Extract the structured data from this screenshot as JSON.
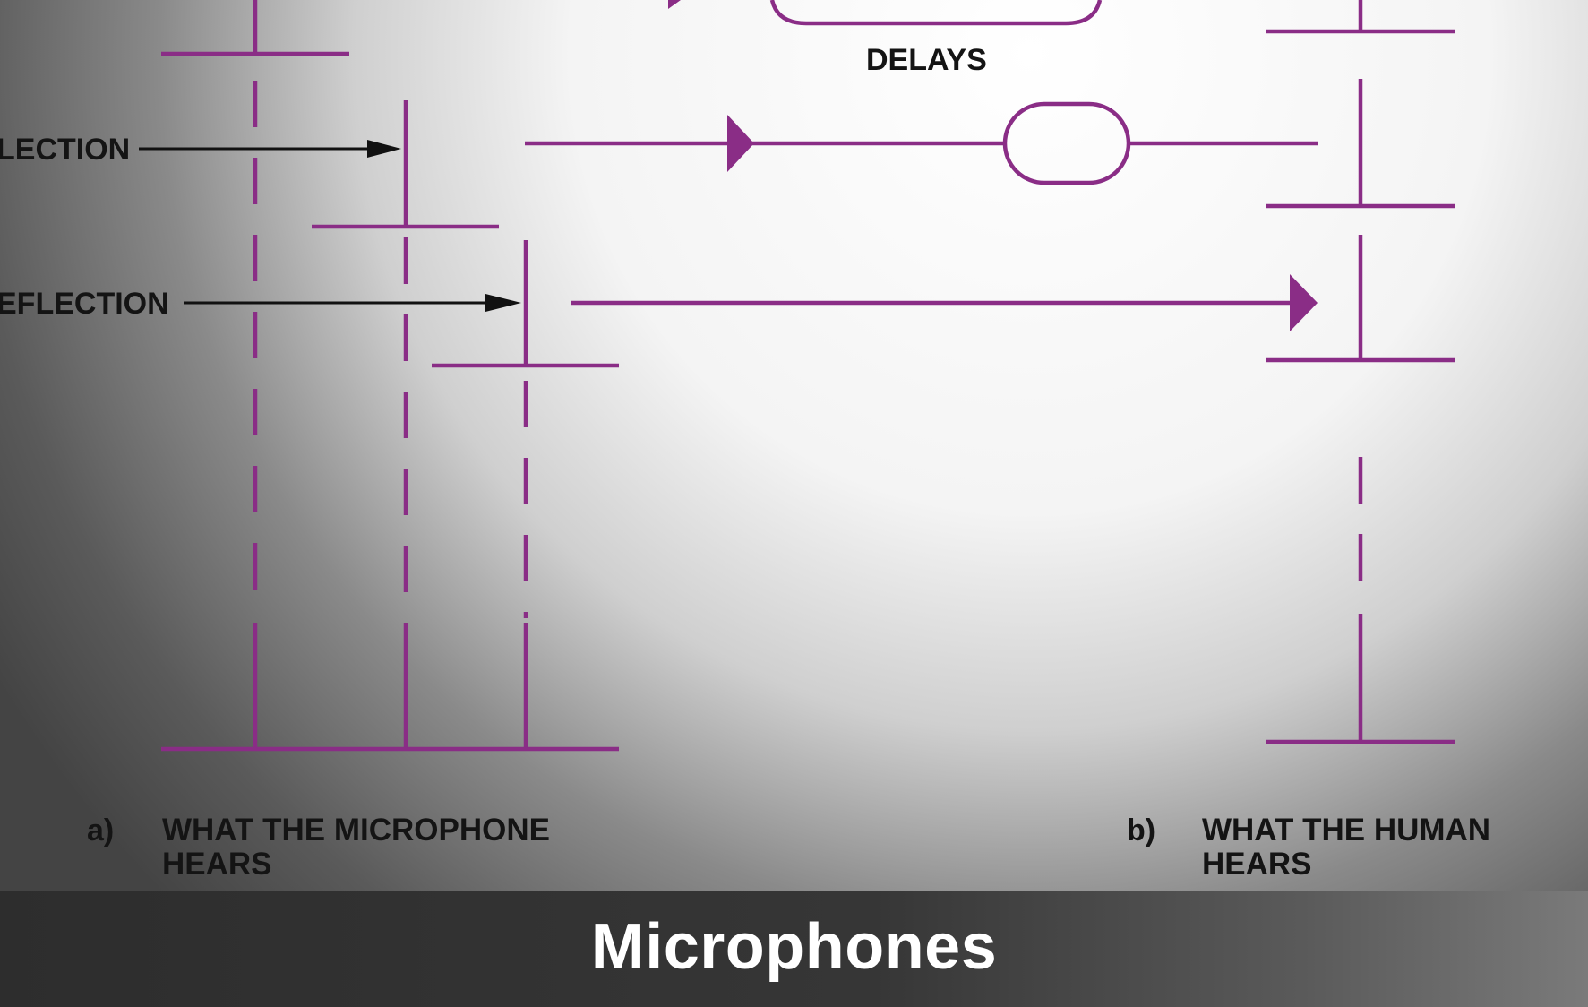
{
  "slide": {
    "title": "Microphones"
  },
  "diagram": {
    "delays_label": "DELAYS",
    "reflection_label_1": "LECTION",
    "reflection_label_2": "EFLECTION",
    "panel_a_letter": "a)",
    "panel_a_line1": "WHAT THE MICROPHONE",
    "panel_a_line2": "HEARS",
    "panel_b_letter": "b)",
    "panel_b_line1": "WHAT THE HUMAN",
    "panel_b_line2": "HEARS"
  },
  "colors": {
    "signal": "#8a2d86",
    "arrow": "#111111",
    "title_bar": "#333333",
    "title_text": "#ffffff"
  }
}
